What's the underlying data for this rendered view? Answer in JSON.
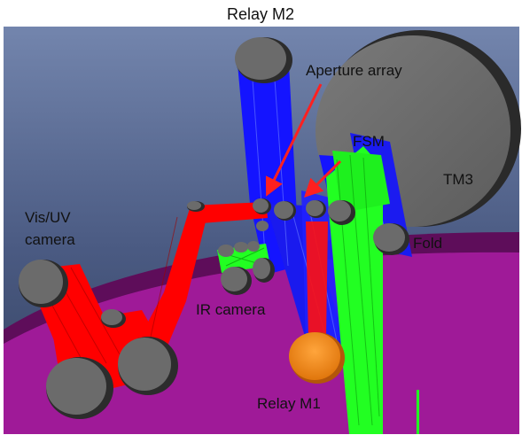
{
  "figure": {
    "title": "Relay M2",
    "labels": {
      "aperture_array": "Aperture array",
      "fsm": "FSM",
      "tm3": "TM3",
      "vis_uv_line1": "Vis/UV",
      "vis_uv_line2": "camera",
      "fold": "Fold",
      "ir_camera": "IR camera",
      "relay_m1": "Relay M1"
    },
    "colors": {
      "background": "#3b4a6e",
      "background_top": "#6f80a6",
      "structure": "#a0199a",
      "structure_dark": "#6a0f65",
      "mirror": "#6b6b6b",
      "mirror_rim": "#2c2c2c",
      "relay_m1": "#f08a1a",
      "red_beam": "#ff0000",
      "blue_beam": "#1414ff",
      "green_beam": "#22ff22",
      "arrow": "#ff2020"
    }
  }
}
